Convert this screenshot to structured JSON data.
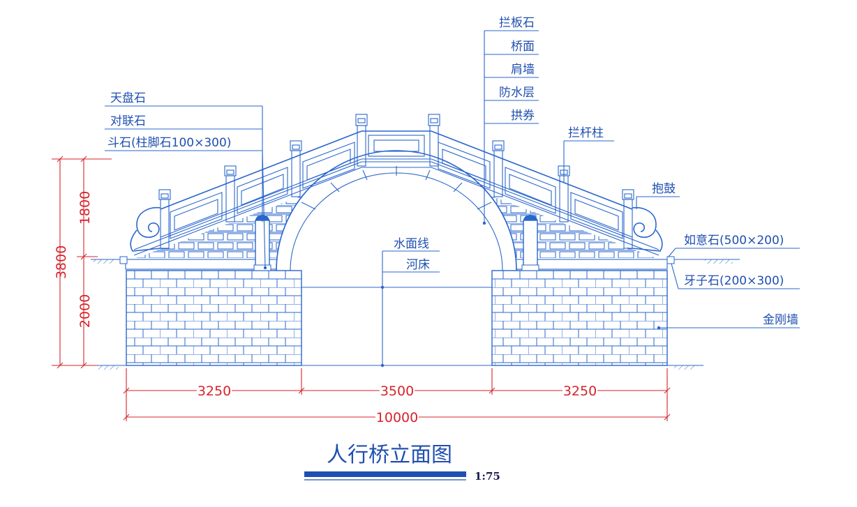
{
  "title": "人行桥立面图",
  "scale": "1:75",
  "labels_left": [
    "天盘石",
    "对联石",
    "斗石(柱脚石100×300)"
  ],
  "labels_top": [
    "拦板石",
    "桥面",
    "肩墙",
    "防水层",
    "拱券"
  ],
  "label_pillar": "拦杆柱",
  "label_drum": "抱鼓",
  "label_ruyi": "如意石(500×200)",
  "label_yazi": "牙子石(200×300)",
  "label_wall": "金刚墙",
  "label_water": "水面线",
  "label_bed": "河床",
  "dims_horizontal": [
    "3250",
    "3500",
    "3250"
  ],
  "dim_total": "10000",
  "dims_vertical": [
    "1800",
    "2000"
  ],
  "dim_vertical_total": "3800",
  "colors": {
    "line": "#2a66cc",
    "dimension": "#d6232a",
    "text": "#1f4fb0"
  }
}
